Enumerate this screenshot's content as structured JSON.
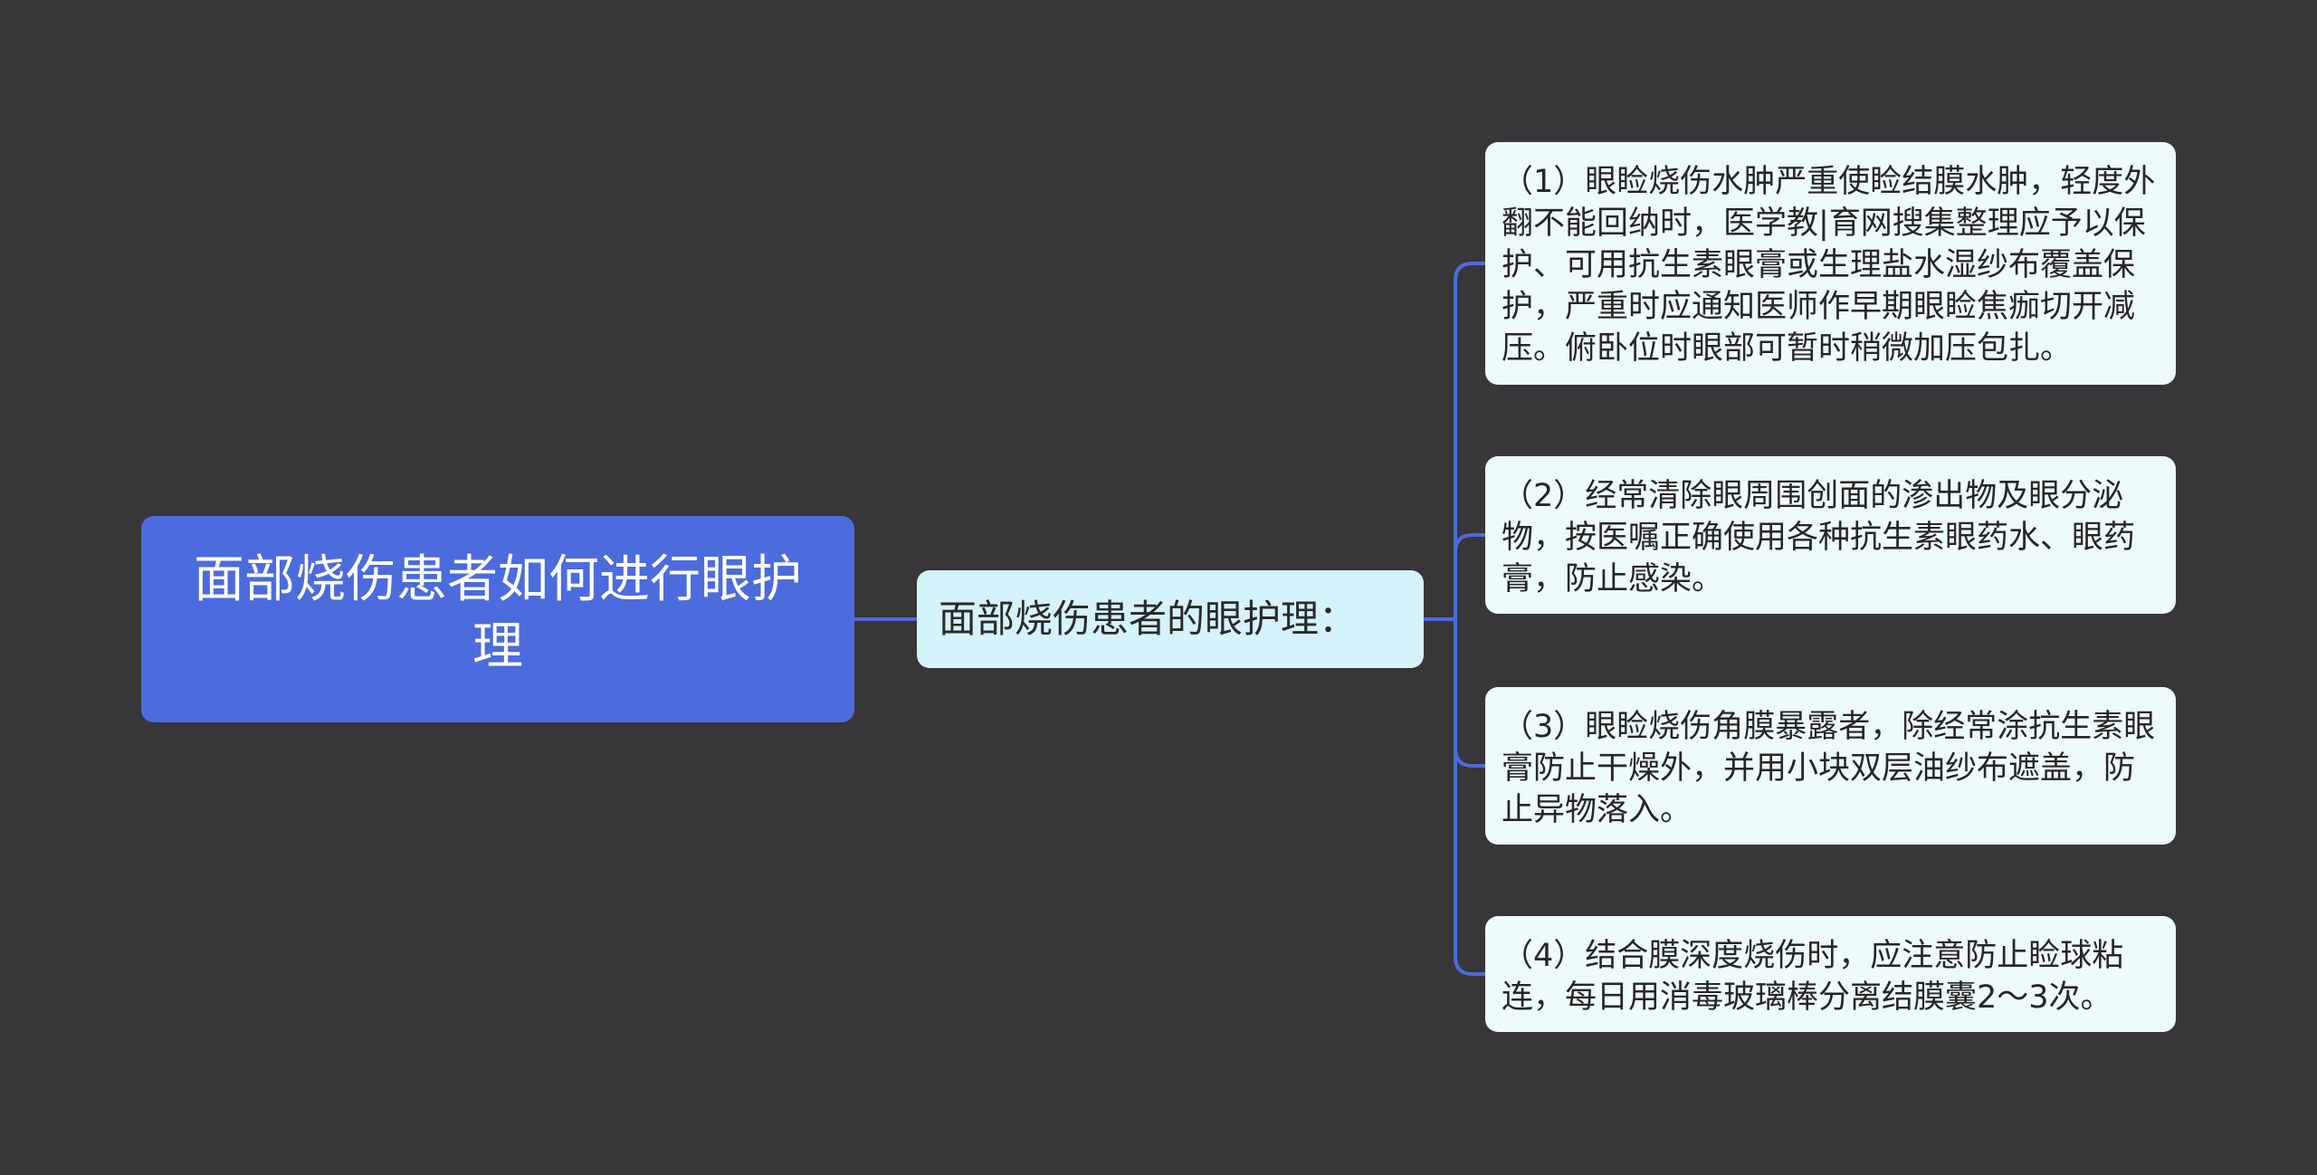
{
  "mindmap": {
    "root": {
      "text": "面部烧伤患者如何进行眼护理"
    },
    "branch": {
      "text": "面部烧伤患者的眼护理："
    },
    "leaves": [
      {
        "text": "（1）眼睑烧伤水肿严重使睑结膜水肿，轻度外翻不能回纳时，医学教|育网搜集整理应予以保护、可用抗生素眼膏或生理盐水湿纱布覆盖保护，严重时应通知医师作早期眼睑焦痂切开减压。俯卧位时眼部可暂时稍微加压包扎。"
      },
      {
        "text": "（2）经常清除眼周围创面的渗出物及眼分泌物，按医嘱正确使用各种抗生素眼药水、眼药膏，防止感染。"
      },
      {
        "text": "（3）眼睑烧伤角膜暴露者，除经常涂抗生素眼膏防止干燥外，并用小块双层油纱布遮盖，防止异物落入。"
      },
      {
        "text": "（4）结合膜深度烧伤时，应注意防止睑球粘连，每日用消毒玻璃棒分离结膜囊2～3次。"
      }
    ]
  },
  "colors": {
    "background": "#383638",
    "root_fill": "#4c6bdd",
    "branch_fill": "#d5f3fb",
    "leaf_fill": "#eefbfd",
    "connector": "#4c6bdd"
  }
}
